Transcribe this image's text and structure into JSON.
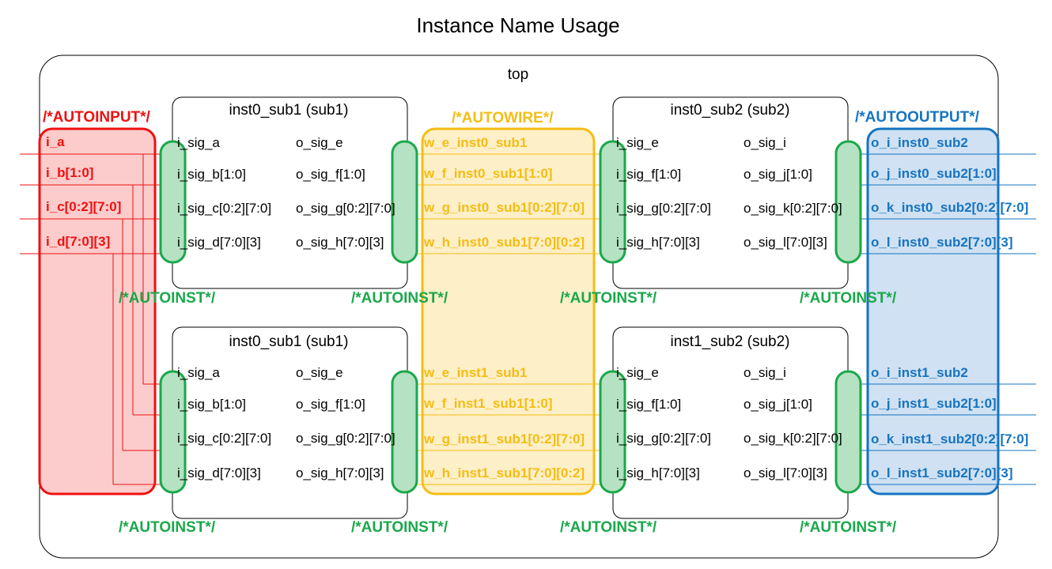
{
  "title": "Instance Name Usage",
  "top_label": "top",
  "colors": {
    "input": "#ee1111",
    "input_fill": "#fccccc",
    "wire": "#f5bd13",
    "wire_fill": "#fdefc7",
    "output": "#1674c1",
    "output_fill": "#cfe1f2",
    "inst": "#1aa84a",
    "inst_fill": "#b4e2c2"
  },
  "autoinput_label": "/*AUTOINPUT*/",
  "autowire_label": "/*AUTOWIRE*/",
  "autooutput_label": "/*AUTOOUTPUT*/",
  "autoinst_label": "/*AUTOINST*/",
  "inputs": [
    "i_a",
    "i_b[1:0]",
    "i_c[0:2][7:0]",
    "i_d[7:0][3]"
  ],
  "instances": [
    {
      "title": "inst0_sub1 (sub1)",
      "left_ports": [
        "i_sig_a",
        "i_sig_b[1:0]",
        "i_sig_c[0:2][7:0]",
        "i_sig_d[7:0][3]"
      ],
      "right_ports": [
        "o_sig_e",
        "o_sig_f[1:0]",
        "o_sig_g[0:2][7:0]",
        "o_sig_h[7:0][3]"
      ]
    },
    {
      "title": "inst0_sub2 (sub2)",
      "left_ports": [
        "i_sig_e",
        "i_sig_f[1:0]",
        "i_sig_g[0:2][7:0]",
        "i_sig_h[7:0][3]"
      ],
      "right_ports": [
        "o_sig_i",
        "o_sig_j[1:0]",
        "o_sig_k[0:2][7:0]",
        "o_sig_l[7:0][3]"
      ]
    },
    {
      "title": "inst0_sub1 (sub1)",
      "left_ports": [
        "i_sig_a",
        "i_sig_b[1:0]",
        "i_sig_c[0:2][7:0]",
        "i_sig_d[7:0][3]"
      ],
      "right_ports": [
        "o_sig_e",
        "o_sig_f[1:0]",
        "o_sig_g[0:2][7:0]",
        "o_sig_h[7:0][3]"
      ]
    },
    {
      "title": "inst1_sub2 (sub2)",
      "left_ports": [
        "i_sig_e",
        "i_sig_f[1:0]",
        "i_sig_g[0:2][7:0]",
        "i_sig_h[7:0][3]"
      ],
      "right_ports": [
        "o_sig_i",
        "o_sig_j[1:0]",
        "o_sig_k[0:2][7:0]",
        "o_sig_l[7:0][3]"
      ]
    }
  ],
  "wires_top": [
    "w_e_inst0_sub1",
    "w_f_inst0_sub1[1:0]",
    "w_g_inst0_sub1[0:2][7:0]",
    "w_h_inst0_sub1[7:0][0:2]"
  ],
  "wires_bottom": [
    "w_e_inst1_sub1",
    "w_f_inst1_sub1[1:0]",
    "w_g_inst1_sub1[0:2][7:0]",
    "w_h_inst1_sub1[7:0][0:2]"
  ],
  "outputs_top": [
    "o_i_inst0_sub2",
    "o_j_inst0_sub2[1:0]",
    "o_k_inst0_sub2[0:2][7:0]",
    "o_l_inst0_sub2[7:0][3]"
  ],
  "outputs_bottom": [
    "o_i_inst1_sub2",
    "o_j_inst1_sub2[1:0]",
    "o_k_inst1_sub2[0:2][7:0]",
    "o_l_inst1_sub2[7:0][3]"
  ]
}
